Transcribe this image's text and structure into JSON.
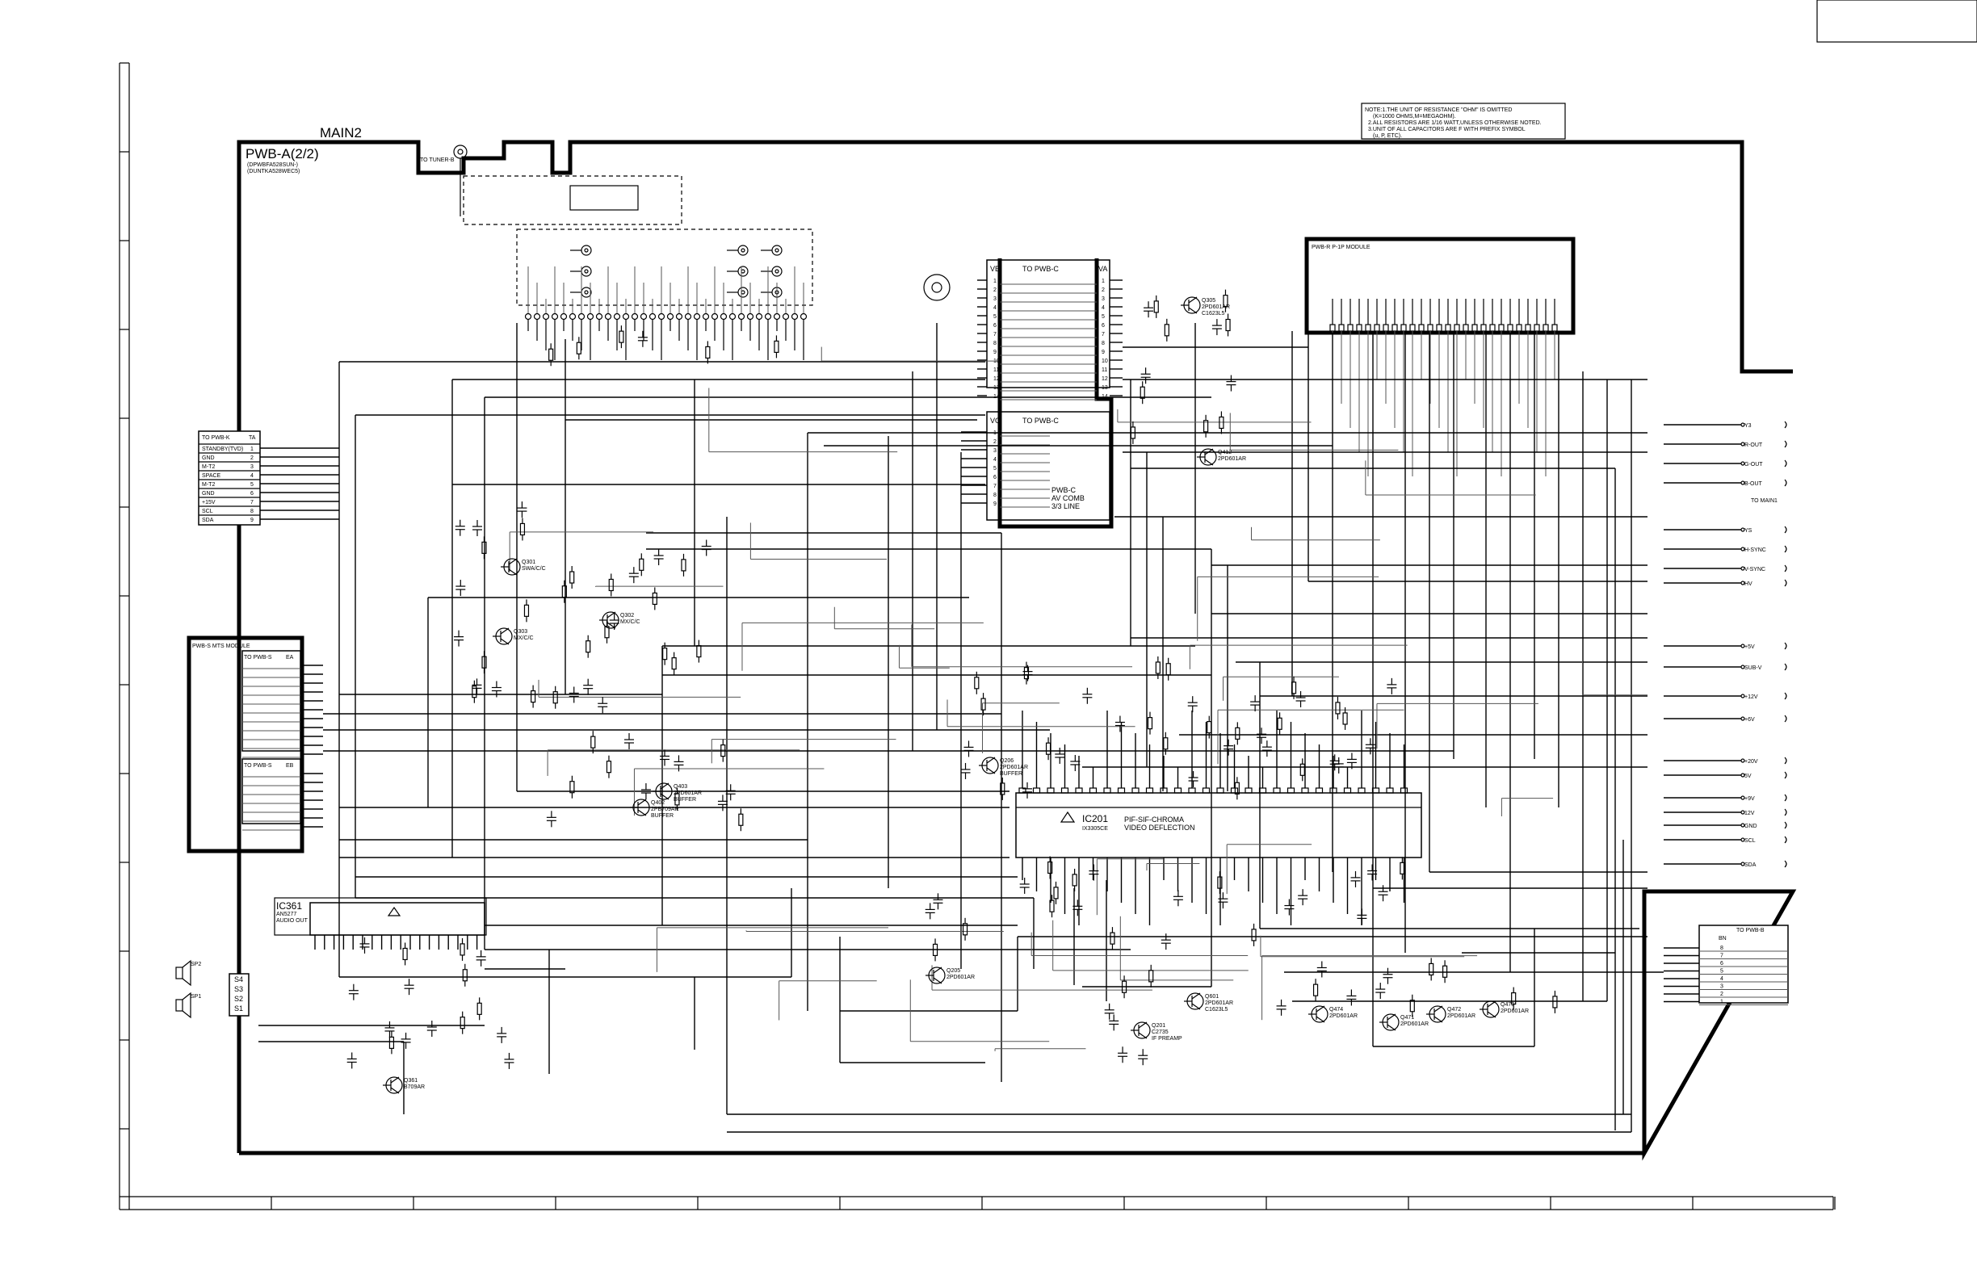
{
  "sheet": {
    "title": "MAIN2",
    "board": "PWB-A(2/2)",
    "board_part_numbers": [
      "(DPWBFA528SUN-)",
      "(DUNTKA528WEC5)"
    ],
    "tuner_label": "TO TUNER-B"
  },
  "note": {
    "lines": [
      "NOTE:1.THE UNIT OF RESISTANCE \"OHM\" IS OMITTED",
      "(K=1000 OHMS,M=MEGAOHM).",
      "2.ALL RESISTORS ARE 1/16 WATT,UNLESS OTHERWISE NOTED.",
      "3.UNIT OF ALL CAPACITORS ARE F WITH PREFIX SYMBOL",
      "(u, P, ETC)."
    ]
  },
  "connectors": {
    "pwb_k": {
      "title": "TO PWB-K",
      "id": "TA",
      "pins": [
        "1",
        "2",
        "3",
        "4",
        "5",
        "6",
        "7",
        "8",
        "9"
      ],
      "signals": [
        "STANDBY(TVD)",
        "GND",
        "M-T2",
        "SPACE",
        "M-T2",
        "GND",
        "+15V",
        "SCL",
        "SDA"
      ]
    },
    "pwb_c_top": {
      "left": "VB",
      "mid": "TO PWB-C",
      "right": "VA",
      "pins": [
        "1",
        "2",
        "3",
        "4",
        "5",
        "6",
        "7",
        "8",
        "9",
        "10",
        "11",
        "12",
        "13",
        "14"
      ]
    },
    "pwb_c_bottom": {
      "left": "VC",
      "mid": "TO PWB-C",
      "pins": [
        "1",
        "2",
        "3",
        "4",
        "5",
        "6",
        "7",
        "8",
        "9"
      ],
      "caption": [
        "PWB-C",
        "AV COMB",
        "3/3 LINE"
      ]
    },
    "pwb_s_mts": {
      "title": "PWB-S MTS MODULE",
      "sub1": "TO PWB-S",
      "id1": "EA",
      "sub2": "TO PWB-S",
      "id2": "EB"
    },
    "pwb_r": {
      "title": "PWB-R P-1P MODULE"
    },
    "pwb_b": {
      "title": "TO PWB-B",
      "id": "BN",
      "pins": [
        "8",
        "7",
        "6",
        "5",
        "4",
        "3",
        "2",
        "1"
      ]
    },
    "to_main": "TO MAIN1"
  },
  "ics": {
    "ic201": {
      "ref": "IC201",
      "part": "IX3305CE",
      "function": [
        "PIF-SIF-CHROMA",
        "VIDEO DEFLECTION"
      ]
    },
    "ic361": {
      "ref": "IC361",
      "part": "AN5277",
      "function": "AUDIO OUT"
    }
  },
  "transistors": [
    {
      "ref": "Q305",
      "part": "2PD601AR",
      "sub": "C1623L5"
    },
    {
      "ref": "Q412",
      "part": "2PD601AR"
    },
    {
      "ref": "Q301",
      "part": "SWA/C/C"
    },
    {
      "ref": "Q302",
      "part": "MX/C/C"
    },
    {
      "ref": "Q303",
      "part": "MX/C/C"
    },
    {
      "ref": "Q402",
      "part": "2PB709AR",
      "sub": "BUFFER"
    },
    {
      "ref": "Q403",
      "part": "2PD601AR",
      "sub": "BUFFER"
    },
    {
      "ref": "Q206",
      "part": "2PD601AR",
      "sub": "BUFFER"
    },
    {
      "ref": "Q201",
      "part": "C2735",
      "sub": "IF PREAMP"
    },
    {
      "ref": "Q205",
      "part": "2PD601AR"
    },
    {
      "ref": "Q601",
      "part": "2PD601AR",
      "sub": "C1623L5"
    },
    {
      "ref": "Q474",
      "part": "2PD601AR"
    },
    {
      "ref": "Q471",
      "part": "2PD601AR"
    },
    {
      "ref": "Q472",
      "part": "2PD601AR"
    },
    {
      "ref": "Q473",
      "part": "2PD601AR"
    },
    {
      "ref": "Q361",
      "part": "B709AR"
    }
  ],
  "right_signals": [
    "Y3",
    "R-OUT",
    "G-OUT",
    "B-OUT",
    "YS",
    "H-SYNC",
    "V-SYNC",
    "HV",
    "+5V",
    "SUB-V",
    "+12V",
    "+6V",
    "+20V",
    "5V",
    "+9V",
    "12V",
    "GND",
    "SCL",
    "SDA"
  ],
  "speakers": [
    "SP2",
    "SP1"
  ],
  "speaker_pins": [
    "S4",
    "S3",
    "S2",
    "S1"
  ]
}
